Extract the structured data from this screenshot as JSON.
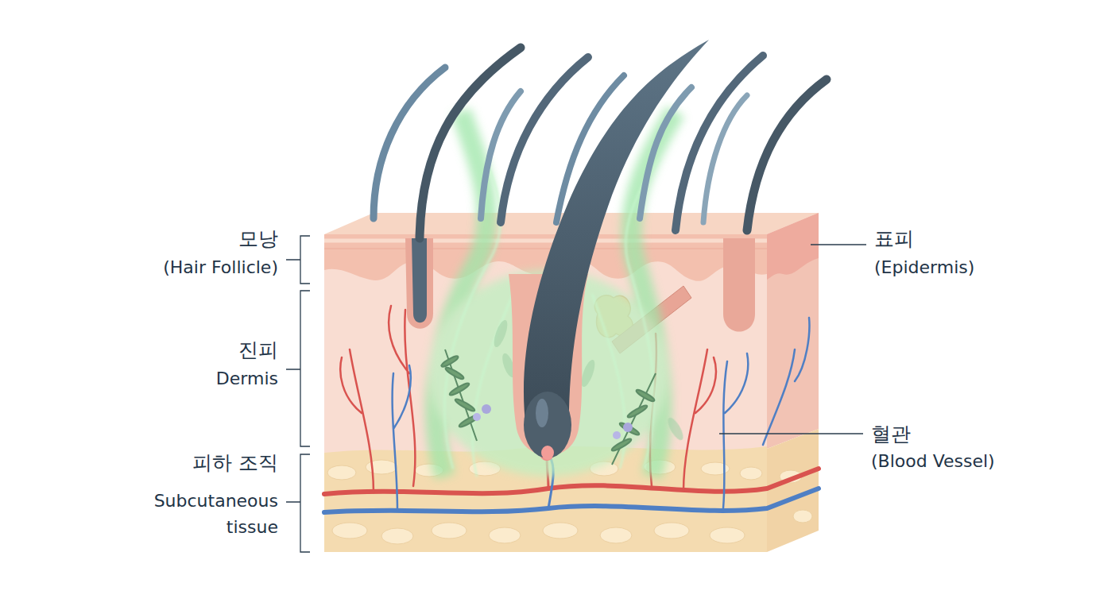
{
  "diagram": {
    "labels": [
      "모낭",
      "(Hair Follicle)",
      "진피",
      "Dermis",
      "피하 조직",
      "Subcutaneous tissue",
      "표피",
      "(Epidermis)",
      "혈관",
      "(Blood Vessel)"
    ]
  }
}
